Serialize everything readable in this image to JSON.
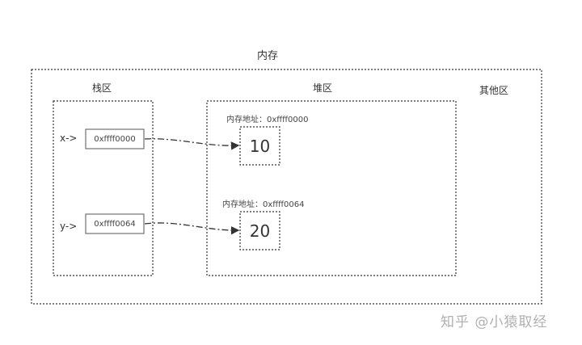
{
  "diagram": {
    "title": "内存",
    "regions": {
      "stack": {
        "label": "栈区"
      },
      "heap": {
        "label": "堆区"
      },
      "other": {
        "label": "其他区"
      }
    },
    "stack_vars": [
      {
        "label": "x->",
        "ref": "0xffff0000"
      },
      {
        "label": "y->",
        "ref": "0xffff0064"
      }
    ],
    "heap_objects": [
      {
        "addr_label": "内存地址：0xffff0000",
        "value": "10"
      },
      {
        "addr_label": "内存地址：0xffff0064",
        "value": "20"
      }
    ]
  },
  "watermark": "知乎 @小猿取经",
  "colors": {
    "line": "#333333",
    "text": "#333333",
    "watermark": "#b0b0b0"
  }
}
